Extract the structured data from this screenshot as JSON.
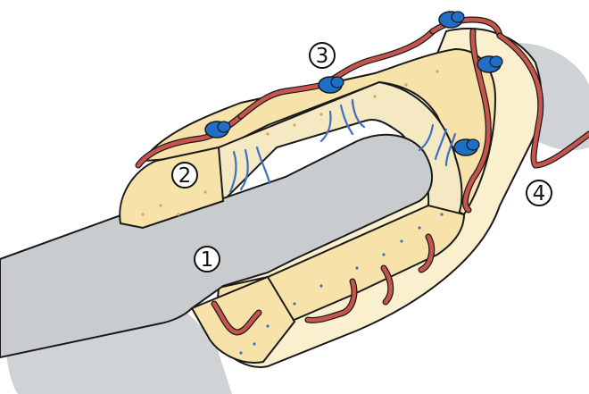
{
  "labels": {
    "one": "1",
    "two": "2",
    "three": "3",
    "four": "4"
  },
  "colors": {
    "background": "#ffffff",
    "outer_tissue": "#cfd3d6",
    "inner_rod": "#c9ccce",
    "sheath_top": "#f7e2aa",
    "sheath_inner_face": "#f4e9c2",
    "sheath_face": "#fbf0cd",
    "vessel": "#c8554d",
    "blue_node": "#1f6fc8",
    "fibers": "#3f6fc0",
    "outline": "#1a1a1a"
  }
}
